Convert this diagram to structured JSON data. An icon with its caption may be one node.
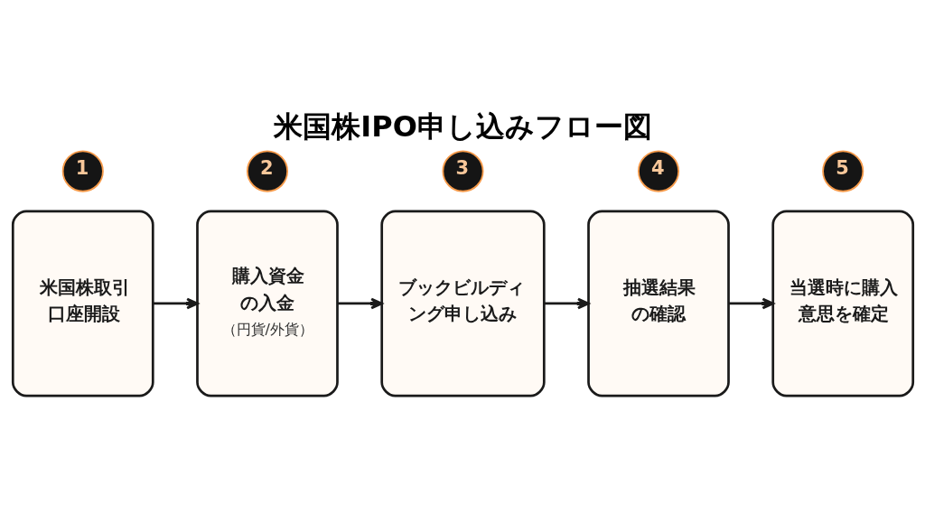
{
  "diagram": {
    "title": "米国株IPO申し込みフロー図",
    "nodes": [
      {
        "text": [
          "1"
        ]
      },
      {
        "text": [
          "米国株取引口座開設"
        ]
      },
      {
        "text": [
          "2"
        ]
      },
      {
        "text": [
          "購入資金の入金",
          "（円貨/外貨）"
        ]
      },
      {
        "text": [
          "3"
        ]
      },
      {
        "text": [
          "ブックビルディング申し込み"
        ]
      },
      {
        "text": [
          "4"
        ]
      },
      {
        "text": [
          "抽選結果の確認"
        ]
      },
      {
        "text": [
          "5"
        ]
      },
      {
        "text": [
          "当選時に購入意思を確定"
        ]
      }
    ],
    "edges": [
      {
        "from": 1,
        "to": 3,
        "arrow": "to"
      },
      {
        "from": 3,
        "to": 5,
        "arrow": "to"
      },
      {
        "from": 5,
        "to": 7,
        "arrow": "to"
      },
      {
        "from": 7,
        "to": 9,
        "arrow": "to"
      }
    ]
  }
}
